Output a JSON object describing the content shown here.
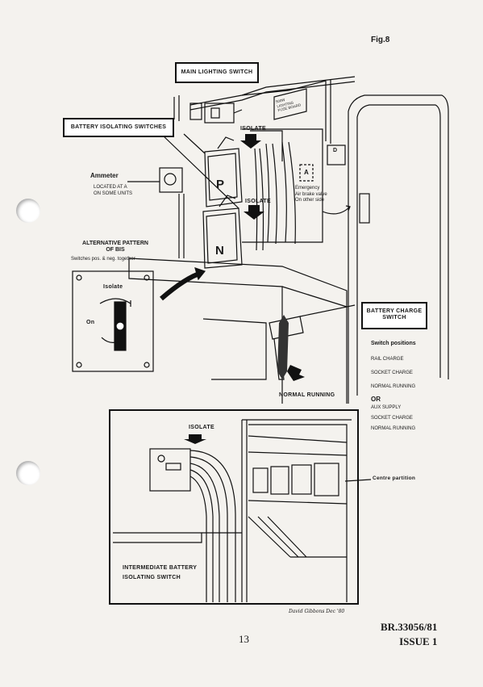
{
  "figure_number": "Fig.8",
  "labels": {
    "main_lighting_switch": "MAIN LIGHTING SWITCH",
    "battery_isolating_switches": "BATTERY ISOLATING SWITCHES",
    "isolate_top": "ISOLATE",
    "isolate_mid": "ISOLATE",
    "isolate_bottom": "ISOLATE",
    "ammeter": "Ammeter",
    "ammeter_note_1": "LOCATED AT A",
    "ammeter_note_2": "ON SOME UNITS",
    "emergency_1": "Emergency",
    "emergency_2": "Air brake valve",
    "emergency_3": "On other side",
    "valve_letter": "A",
    "box_letter": "D",
    "switch_p": "P",
    "switch_n": "N",
    "fuse_board_1": "500W",
    "fuse_board_2": "LIGHTING",
    "fuse_board_3": "FUSE BOARD",
    "alt_pattern_title_1": "ALTERNATIVE PATTERN",
    "alt_pattern_title_2": "OF BIS",
    "alt_pattern_note": "Switches pos. & neg. together",
    "alt_switch_isolate": "Isolate",
    "alt_switch_on": "On",
    "battery_charge_switch_1": "BATTERY CHARGE",
    "battery_charge_switch_2": "SWITCH",
    "normal_running_arrow": "NORMAL RUNNING",
    "centre_partition": "Centre partition",
    "intermediate_1": "INTERMEDIATE BATTERY",
    "intermediate_2": "ISOLATING SWITCH",
    "artist_signature": "David Gibbons Dec '80"
  },
  "switch_positions": {
    "title": "Switch positions",
    "group_a": [
      "RAIL CHARGE",
      "SOCKET CHARGE",
      "NORMAL RUNNING"
    ],
    "or_label": "OR",
    "group_b": [
      "AUX SUPPLY",
      "SOCKET CHARGE",
      "NORMAL RUNNING"
    ]
  },
  "footer": {
    "page_number": "13",
    "doc_ref": "BR.33056/81",
    "issue": "ISSUE 1"
  }
}
